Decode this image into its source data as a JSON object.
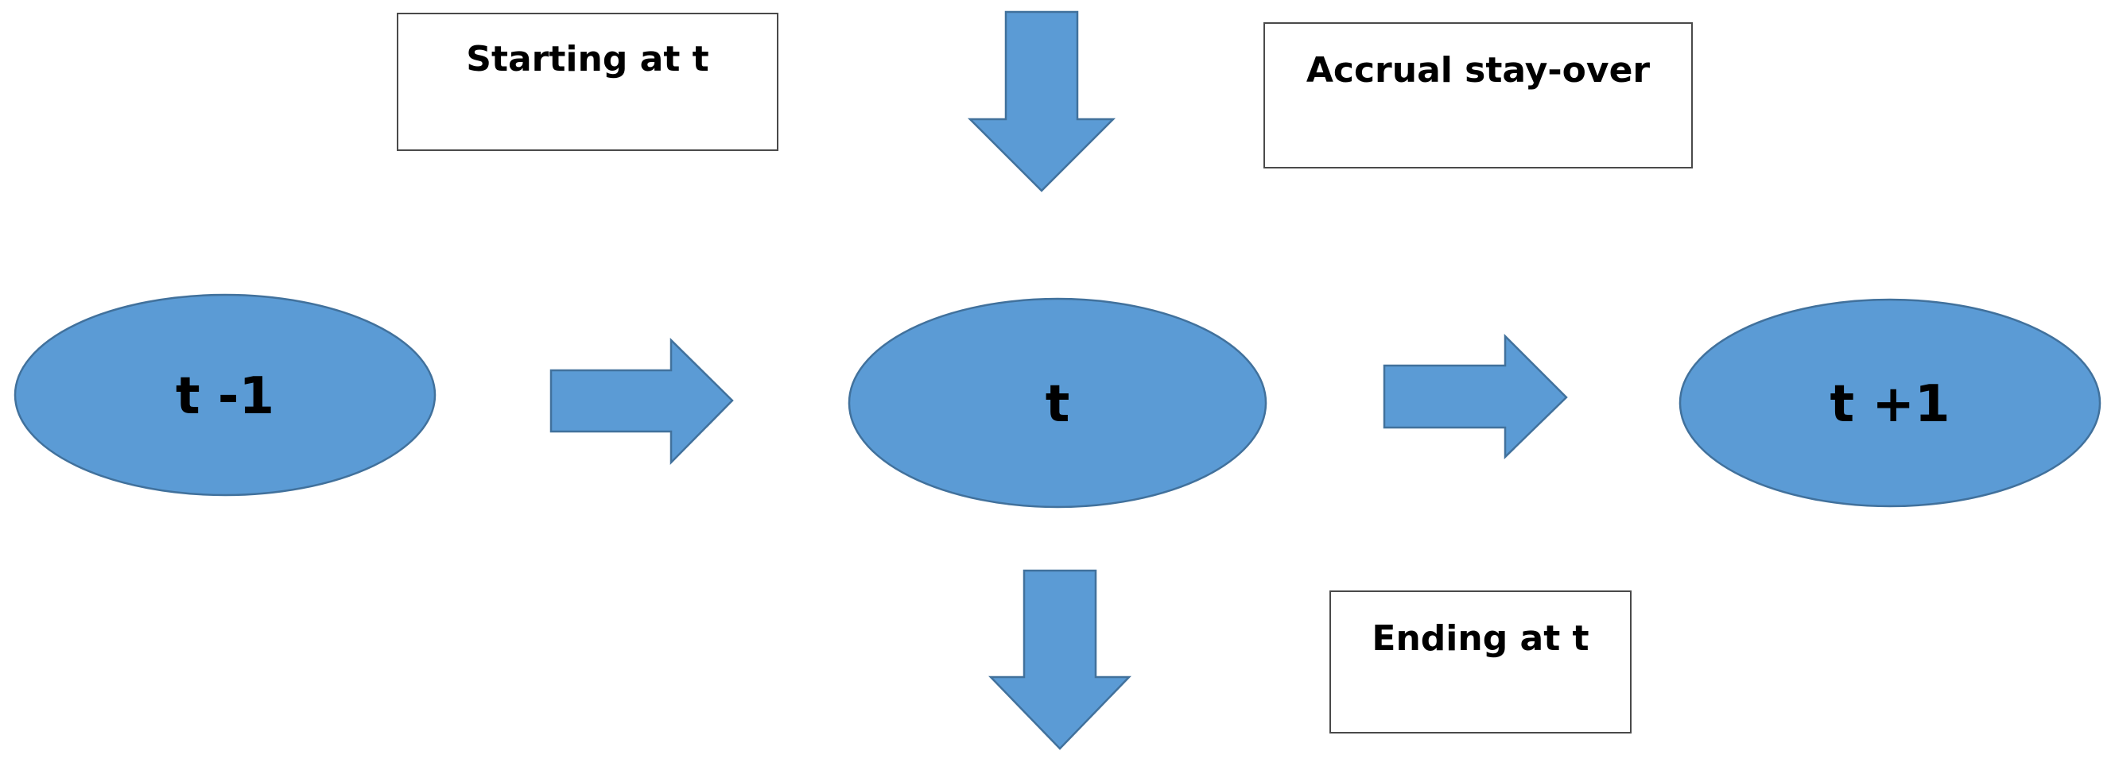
{
  "diagram": {
    "nodes": {
      "prev": "t -1",
      "current": "t",
      "next": "t +1"
    },
    "notes": {
      "starting": "Starting at t",
      "accrual": "Accrual stay-over",
      "ending": "Ending at t"
    },
    "colors": {
      "shape_fill": "#5b9bd5",
      "shape_outline": "#41719c",
      "box_outline": "#4a4a4a",
      "text": "#000000"
    }
  }
}
